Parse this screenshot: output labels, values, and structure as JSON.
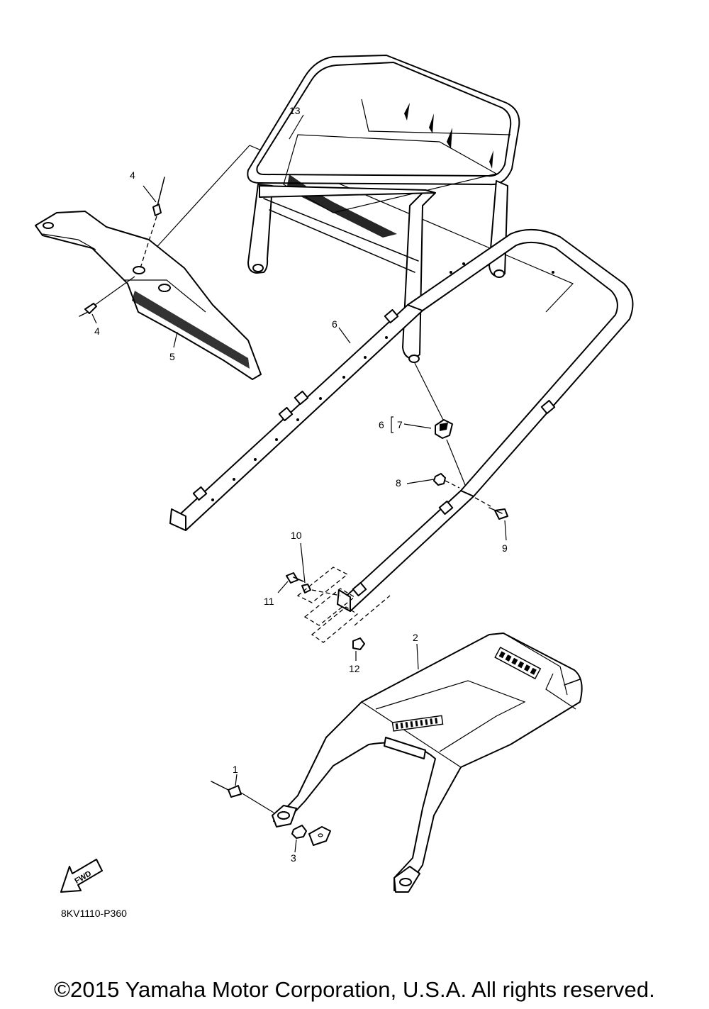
{
  "diagram": {
    "callouts": {
      "c1": "1",
      "c2": "2",
      "c3": "3",
      "c4a": "4",
      "c4b": "4",
      "c5": "5",
      "c6a": "6",
      "c6b": "6",
      "c7": "7",
      "c8": "8",
      "c9": "9",
      "c10": "10",
      "c11": "11",
      "c12": "12",
      "c13": "13"
    },
    "fwd_label": "FWD",
    "diagram_code": "8KV1110-P360"
  },
  "footer": {
    "copyright": "©2015 Yamaha Motor Corporation, U.S.A. All rights reserved."
  }
}
